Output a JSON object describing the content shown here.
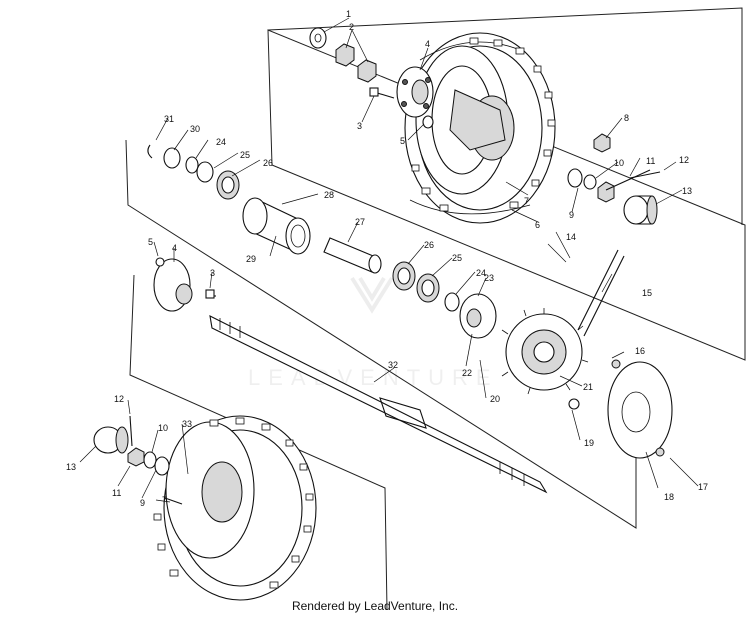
{
  "diagram": {
    "watermark": "LEADVENTURE",
    "footer": "Rendered by LeadVenture, Inc.",
    "callouts": [
      {
        "id": "c1",
        "text": "1"
      },
      {
        "id": "c2",
        "text": "2"
      },
      {
        "id": "c3a",
        "text": "3"
      },
      {
        "id": "c4a",
        "text": "4"
      },
      {
        "id": "c5a",
        "text": "5"
      },
      {
        "id": "c6",
        "text": "6"
      },
      {
        "id": "c7a",
        "text": "7"
      },
      {
        "id": "c8",
        "text": "8"
      },
      {
        "id": "c9a",
        "text": "9"
      },
      {
        "id": "c10a",
        "text": "10"
      },
      {
        "id": "c11a",
        "text": "11"
      },
      {
        "id": "c12a",
        "text": "12"
      },
      {
        "id": "c13a",
        "text": "13"
      },
      {
        "id": "c14",
        "text": "14"
      },
      {
        "id": "c15",
        "text": "15"
      },
      {
        "id": "c16",
        "text": "16"
      },
      {
        "id": "c17",
        "text": "17"
      },
      {
        "id": "c18",
        "text": "18"
      },
      {
        "id": "c19",
        "text": "19"
      },
      {
        "id": "c20",
        "text": "20"
      },
      {
        "id": "c21",
        "text": "21"
      },
      {
        "id": "c22",
        "text": "22"
      },
      {
        "id": "c23",
        "text": "23"
      },
      {
        "id": "c24a",
        "text": "24"
      },
      {
        "id": "c25a",
        "text": "25"
      },
      {
        "id": "c26a",
        "text": "26"
      },
      {
        "id": "c27",
        "text": "27"
      },
      {
        "id": "c28",
        "text": "28"
      },
      {
        "id": "c29",
        "text": "29"
      },
      {
        "id": "c30",
        "text": "30"
      },
      {
        "id": "c31",
        "text": "31"
      },
      {
        "id": "c24b",
        "text": "24"
      },
      {
        "id": "c25b",
        "text": "25"
      },
      {
        "id": "c26b",
        "text": "26"
      },
      {
        "id": "c5b",
        "text": "5"
      },
      {
        "id": "c4b",
        "text": "4"
      },
      {
        "id": "c3b",
        "text": "3"
      },
      {
        "id": "c32",
        "text": "32"
      },
      {
        "id": "c12b",
        "text": "12"
      },
      {
        "id": "c10b",
        "text": "10"
      },
      {
        "id": "c33",
        "text": "33"
      },
      {
        "id": "c13b",
        "text": "13"
      },
      {
        "id": "c11b",
        "text": "11"
      },
      {
        "id": "c9b",
        "text": "9"
      },
      {
        "id": "c7b",
        "text": "7"
      }
    ]
  }
}
